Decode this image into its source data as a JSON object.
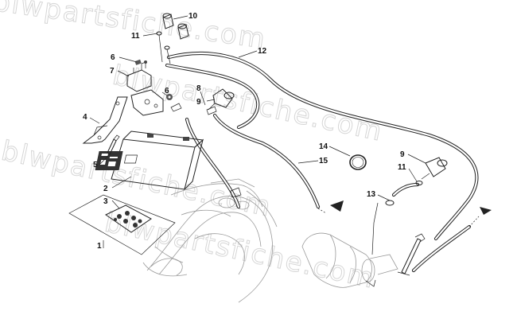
{
  "watermark": {
    "text": "blwpartsfiche.com"
  },
  "callouts": [
    {
      "id": "1",
      "label": "1"
    },
    {
      "id": "2",
      "label": "2"
    },
    {
      "id": "3",
      "label": "3"
    },
    {
      "id": "4",
      "label": "4"
    },
    {
      "id": "5",
      "label": "5"
    },
    {
      "id": "6a",
      "label": "6"
    },
    {
      "id": "6b",
      "label": "6"
    },
    {
      "id": "7",
      "label": "7"
    },
    {
      "id": "8",
      "label": "8"
    },
    {
      "id": "9a",
      "label": "9"
    },
    {
      "id": "9b",
      "label": "9"
    },
    {
      "id": "10",
      "label": "10"
    },
    {
      "id": "11a",
      "label": "11"
    },
    {
      "id": "11b",
      "label": "11"
    },
    {
      "id": "12",
      "label": "12"
    },
    {
      "id": "13",
      "label": "13"
    },
    {
      "id": "14",
      "label": "14"
    },
    {
      "id": "15",
      "label": "15"
    }
  ]
}
